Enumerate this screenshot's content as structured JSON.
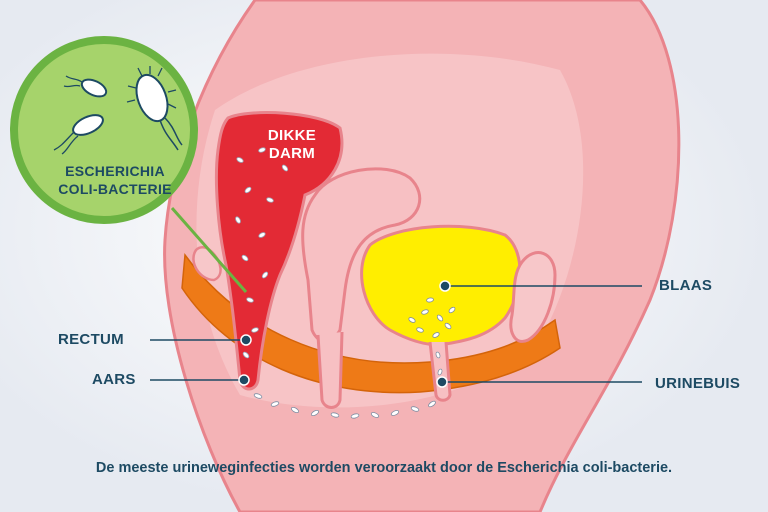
{
  "labels": {
    "dikke_darm": "DIKKE\nDARM",
    "rectum": "RECTUM",
    "aars": "AARS",
    "blaas": "BLAAS",
    "urinebuis": "URINEBUIS",
    "bacteria": "ESCHERICHIA\nCOLI-BACTERIE"
  },
  "caption": "De meeste urineweginfecties worden veroorzaakt door de Escherichia coli-bacterie.",
  "colors": {
    "skin": "#f4b3b6",
    "tissue": "#f7c7c9",
    "outline": "#e8848c",
    "colon": "#e32a35",
    "bladder": "#ffee00",
    "muscle": "#ee7a17",
    "inset_circle": "#a6d36b",
    "inset_border": "#6bb342",
    "text": "#1d4a63"
  }
}
